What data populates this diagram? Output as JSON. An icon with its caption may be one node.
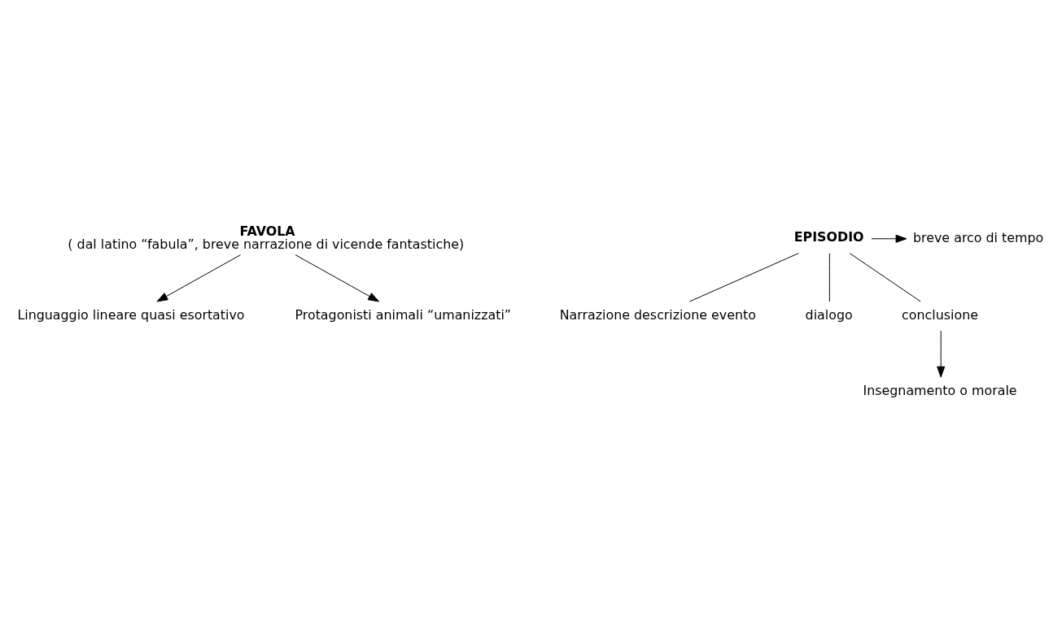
{
  "diagram": {
    "nodes": [
      {
        "text": [
          "FAVOLA",
          "( dal latino “fabula”, breve narrazione di vicende fantastiche)"
        ]
      },
      {
        "text": [
          "Linguaggio lineare quasi esortativo"
        ]
      },
      {
        "text": [
          "Protagonisti animali “umanizzati”"
        ]
      },
      {
        "text": [
          "EPISODIO"
        ]
      },
      {
        "text": [
          "breve arco di tempo"
        ]
      },
      {
        "text": [
          "Narrazione descrizione evento"
        ]
      },
      {
        "text": [
          "dialogo"
        ]
      },
      {
        "text": [
          "conclusione"
        ]
      },
      {
        "text": [
          "Insegnamento o morale"
        ]
      }
    ],
    "edges": [
      {
        "from": 0,
        "to": 1,
        "arrow": "to"
      },
      {
        "from": 0,
        "to": 2,
        "arrow": "to"
      },
      {
        "from": 3,
        "to": 4,
        "arrow": "to"
      },
      {
        "from": 3,
        "to": 5,
        "arrow": "none"
      },
      {
        "from": 3,
        "to": 6,
        "arrow": "none"
      },
      {
        "from": 3,
        "to": 7,
        "arrow": "none"
      },
      {
        "from": 7,
        "to": 8,
        "arrow": "to"
      }
    ]
  }
}
